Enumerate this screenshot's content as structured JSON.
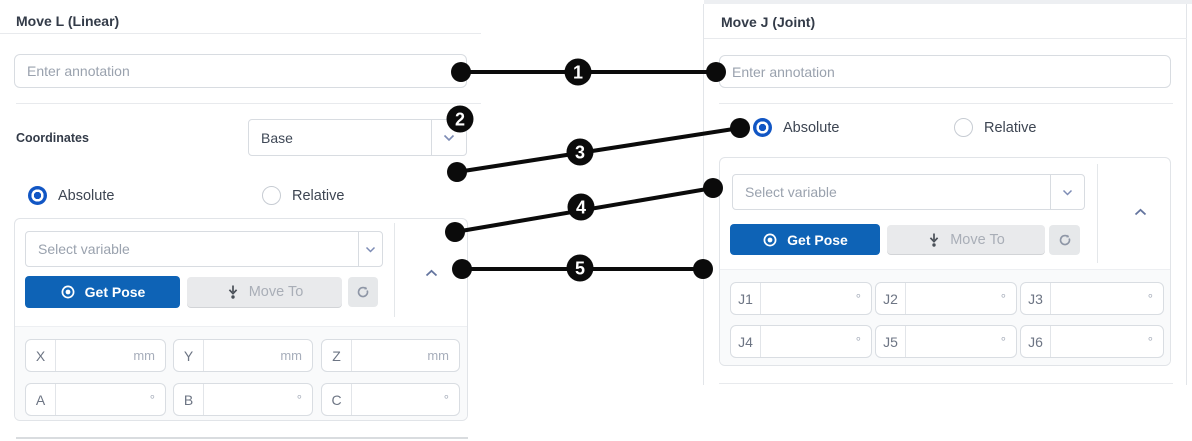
{
  "left_panel": {
    "title": "Move L (Linear)",
    "annotation_placeholder": "Enter annotation",
    "coordinates_label": "Coordinates",
    "coordinates_value": "Base",
    "absolute_label": "Absolute",
    "relative_label": "Relative",
    "variable_placeholder": "Select variable",
    "get_pose_label": "Get Pose",
    "move_to_label": "Move To",
    "pose_fields": [
      {
        "label": "X",
        "value": "",
        "unit": "mm"
      },
      {
        "label": "Y",
        "value": "",
        "unit": "mm"
      },
      {
        "label": "Z",
        "value": "",
        "unit": "mm"
      },
      {
        "label": "A",
        "value": "",
        "unit": "°"
      },
      {
        "label": "B",
        "value": "",
        "unit": "°"
      },
      {
        "label": "C",
        "value": "",
        "unit": "°"
      }
    ]
  },
  "right_panel": {
    "title": "Move J (Joint)",
    "annotation_placeholder": "Enter annotation",
    "absolute_label": "Absolute",
    "relative_label": "Relative",
    "variable_placeholder": "Select variable",
    "get_pose_label": "Get Pose",
    "move_to_label": "Move To",
    "joint_fields": [
      {
        "label": "J1",
        "value": "",
        "unit": "°"
      },
      {
        "label": "J2",
        "value": "",
        "unit": "°"
      },
      {
        "label": "J3",
        "value": "",
        "unit": "°"
      },
      {
        "label": "J4",
        "value": "",
        "unit": "°"
      },
      {
        "label": "J5",
        "value": "",
        "unit": "°"
      },
      {
        "label": "J6",
        "value": "",
        "unit": "°"
      }
    ]
  },
  "callouts": [
    {
      "number": "1"
    },
    {
      "number": "2"
    },
    {
      "number": "3"
    },
    {
      "number": "4"
    },
    {
      "number": "5"
    }
  ],
  "icons": {
    "get_pose": "record-target-icon",
    "move_to": "move-down-icon",
    "refresh": "refresh-arrow-icon",
    "dropdown": "chevron-down-icon",
    "collapse": "chevron-up-icon"
  },
  "colors": {
    "primary_blue": "#0e63b6",
    "radio_blue": "#1156c4",
    "callout_black": "#0b0b0b",
    "disabled_gray": "#e9eaec"
  }
}
